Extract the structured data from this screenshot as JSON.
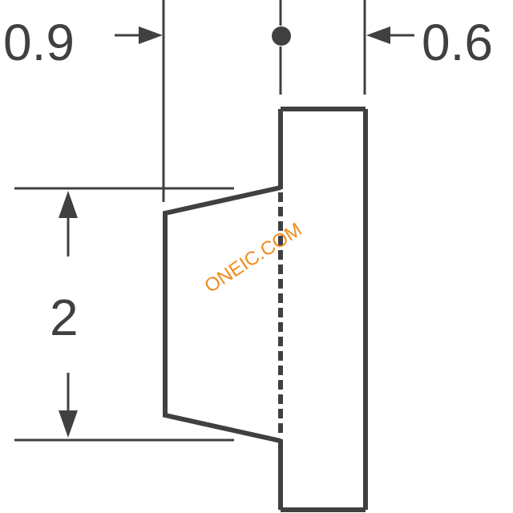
{
  "dimensions": {
    "left_offset": "0.9",
    "right_offset": "0.6",
    "height": "2"
  },
  "watermark": "ONEIC.COM",
  "colors": {
    "line": "#404040",
    "watermark": "#f08a1c",
    "background": "#ffffff"
  }
}
